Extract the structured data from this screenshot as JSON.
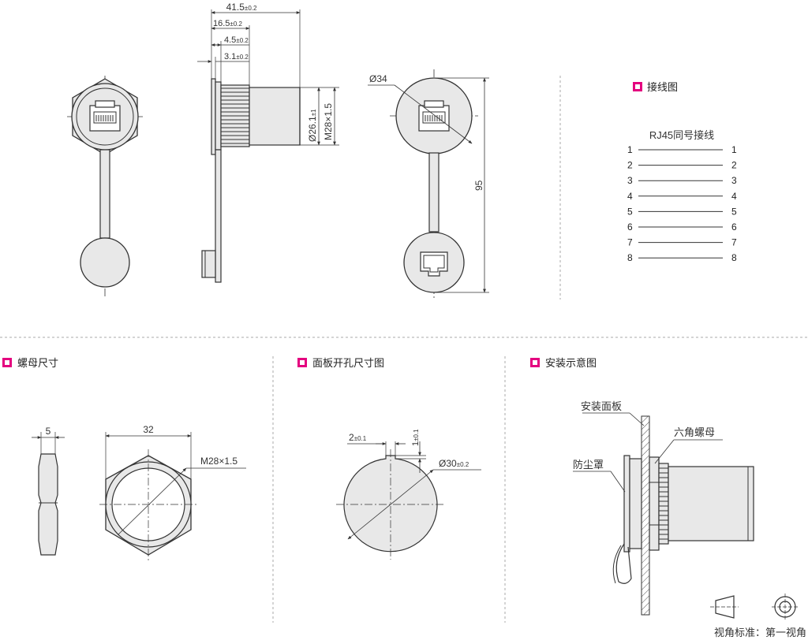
{
  "sections": {
    "wiring": "接线图",
    "nut": "螺母尺寸",
    "panel_cutout": "面板开孔尺寸图",
    "install": "安装示意图"
  },
  "wiring": {
    "subtitle": "RJ45同号接线",
    "pins": [
      "1",
      "2",
      "3",
      "4",
      "5",
      "6",
      "7",
      "8"
    ]
  },
  "side_view": {
    "dim_total": "41.5",
    "dim_total_tol": "±0.2",
    "dim_16": "16.5",
    "dim_16_tol": "±0.2",
    "dim_4": "4.5",
    "dim_4_tol": "±0.2",
    "dim_3": "3.1",
    "dim_3_tol": "±0.2",
    "dim_dia": "Ø26.1",
    "dim_dia_tol": "±1",
    "dim_thread": "M28×1.5"
  },
  "front_view": {
    "dim_dia": "Ø34",
    "dim_height": "95"
  },
  "nut": {
    "thickness": "5",
    "width": "32",
    "thread": "M28×1.5"
  },
  "cutout": {
    "key_width": "2",
    "key_width_tol": "±0.1",
    "key_depth": "1",
    "key_depth_tol": "±0.1",
    "dia": "Ø30",
    "dia_tol": "±0.2"
  },
  "install": {
    "panel": "安装面板",
    "hex_nut": "六角螺母",
    "dust_cap": "防尘罩"
  },
  "projection": {
    "label": "视角标准：第一视角"
  },
  "colors": {
    "accent": "#e4007f",
    "part_fill": "#e8e8e8",
    "line": "#333333"
  }
}
